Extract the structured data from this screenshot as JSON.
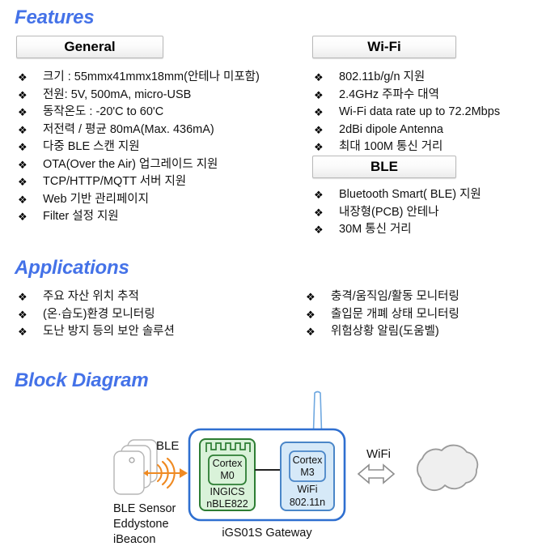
{
  "sections": {
    "features_title": "Features",
    "applications_title": "Applications",
    "block_title": "Block Diagram"
  },
  "panels": {
    "general": {
      "header": "General",
      "items": [
        "크기 : 55mmx41mmx18mm(안테나 미포함)",
        "전원: 5V, 500mA, micro-USB",
        "동작온도 : -20'C to 60'C",
        "저전력 / 평균 80mA(Max. 436mA)",
        "다중 BLE 스캔 지원",
        "OTA(Over the Air) 업그레이드 지원",
        "TCP/HTTP/MQTT 서버 지원",
        "Web 기반 관리페이지",
        "Filter 설정 지원"
      ]
    },
    "wifi": {
      "header": "Wi-Fi",
      "items": [
        "802.11b/g/n 지원",
        "2.4GHz 주파수 대역",
        "Wi-Fi data rate up to 72.2Mbps",
        "2dBi dipole Antenna",
        "최대 100M 통신 거리"
      ]
    },
    "ble": {
      "header": "BLE",
      "items": [
        "Bluetooth Smart( BLE) 지원",
        "내장형(PCB) 안테나",
        "30M 통신 거리"
      ]
    },
    "applications_left": {
      "items": [
        "주요 자산 위치 추적",
        "(온·습도)환경 모니터링",
        "도난 방지 등의 보안 솔루션"
      ]
    },
    "applications_right": {
      "items": [
        "충격/움직임/활동 모니터링",
        "출입문 개폐 상태 모니터링",
        "위험상황 알림(도움벨)"
      ]
    }
  },
  "bullet_glyph": "❖",
  "diagram": {
    "sensor_labels": [
      "BLE Sensor",
      "Eddystone",
      "iBeacon"
    ],
    "ble_link_label": "BLE",
    "gateway_label": "iGS01S Gateway",
    "module_ble": {
      "chip_line1": "Cortex",
      "chip_line2": "M0",
      "brand": "INGICS",
      "part": "nBLE822"
    },
    "module_wifi": {
      "chip_line1": "Cortex",
      "chip_line2": "M3",
      "tech_line1": "WiFi",
      "tech_line2": "802.11n"
    },
    "wifi_link_label": "WiFi"
  },
  "colors": {
    "heading_blue": "#4472e8",
    "gateway_border": "#2f6fd0",
    "ble_module_fill": "#d9f2d9",
    "ble_module_border": "#2d7d33",
    "wifi_module_fill": "#d6e9f8",
    "wifi_module_border": "#4a86c8",
    "radio_orange": "#ef8a22",
    "cloud_fill": "#efefef",
    "cloud_border": "#9a9a9a",
    "tag_border": "#b5b5b5"
  }
}
